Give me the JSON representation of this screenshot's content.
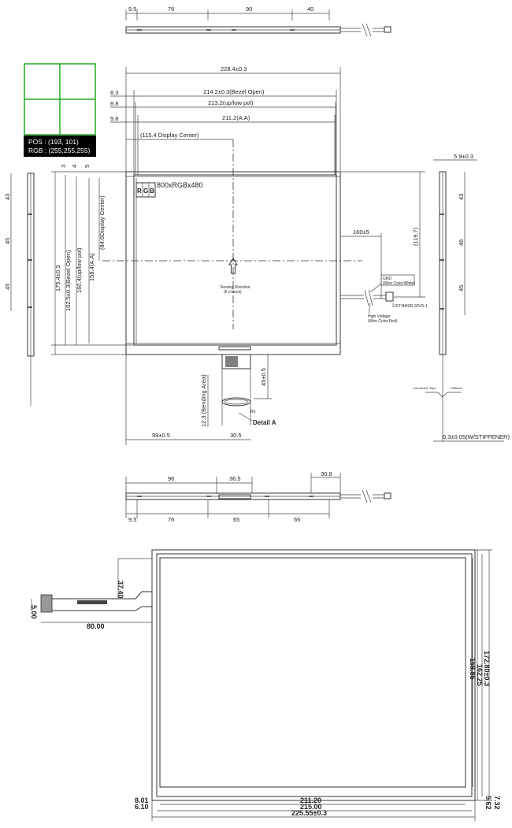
{
  "overlay": {
    "pos_text": "POS : (193, 101)",
    "rgb_text": "RGB : (255,255,255)",
    "grid_color": "#22aa22"
  },
  "top_side_view": {
    "dims": [
      "9.5",
      "76",
      "90",
      "40"
    ]
  },
  "front_view": {
    "dims_top": [
      "228.4±0.3",
      "214.2±0.3(Bezel Open)",
      "213.2(up/low pol)",
      "211.2(A.A)",
      "(115.4 Display Center)"
    ],
    "offsets_left": [
      "8.3",
      "8.8",
      "9.8"
    ],
    "offsets_vertical": [
      "3",
      "4",
      "5"
    ],
    "dims_vertical": [
      "175.4±0.3",
      "162.5±0.3(Bezel Open)",
      "160.4(up/low pol)",
      "158.4(A.A)",
      "(84.6Display Center)"
    ],
    "rgb_labels": [
      "R",
      "G",
      "B"
    ],
    "resolution": "800xRGBx480",
    "cable_dim": "160±5",
    "right_dim": "(119.7)",
    "gnd_label": "GND",
    "gnd_color": "(Wire Color:White)",
    "hv_label": "High Voltage",
    "hv_color": "(Wire Color:Red)",
    "connector": "JST-BHSR-02VS-1",
    "viewing_direction": "Viewing Direction",
    "viewing_clock": "(6 o'clock)",
    "fpc_dim": "45±0.5",
    "bending_area": "12.3 (Bending Area)",
    "r_label": "R3",
    "detail": "Detail A",
    "bottom_dims": [
      "99±0.5",
      "30.5"
    ]
  },
  "left_side_view": {
    "dims": [
      "43",
      "45",
      "45"
    ]
  },
  "right_side_view": {
    "top_dim": "5.9±0.3",
    "dims": [
      "43",
      "46",
      "45"
    ],
    "stiffener": "0.3±0.05(W/STIFFENER)",
    "detail_left": "Conductive Tape",
    "detail_right": "Stiffener"
  },
  "bottom_side_view": {
    "dims_top": [
      "96",
      "36.5",
      "30.9"
    ],
    "dims_bottom": [
      "9.5",
      "76",
      "65",
      "65"
    ]
  },
  "touch_panel": {
    "tail_offset": "37.40",
    "tail_width": "5.00",
    "tail_length": "80.00",
    "heights": [
      "172.80±0.3",
      "162.25",
      "158.85"
    ],
    "widths": [
      "211.20",
      "215.00",
      "225.55±0.3"
    ],
    "left_offsets": [
      "8.01",
      "6.10"
    ],
    "right_offsets": [
      "5.62",
      "7.32"
    ]
  }
}
